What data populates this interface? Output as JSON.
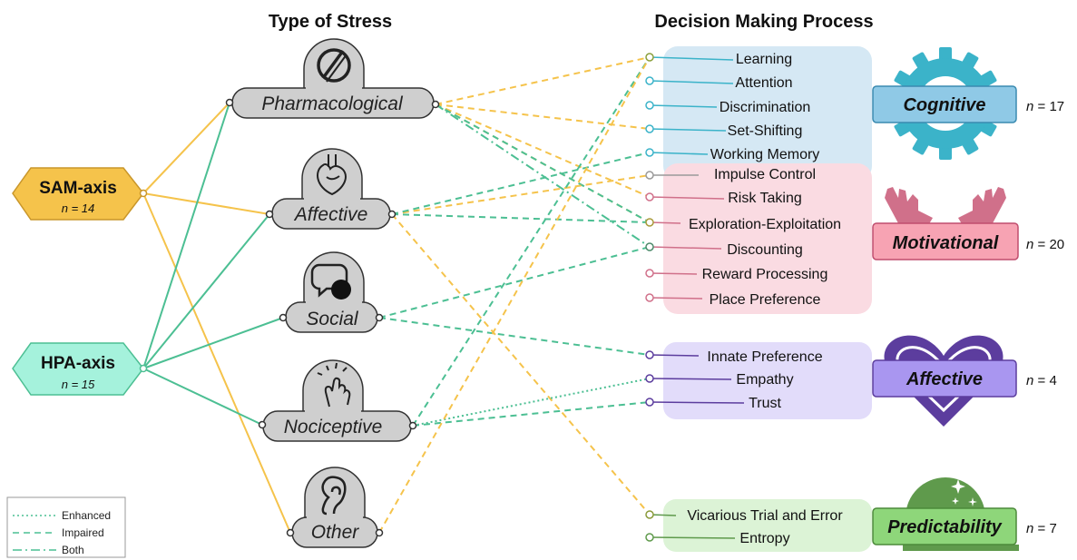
{
  "headers": {
    "stress": "Type of Stress",
    "process": "Decision Making Process"
  },
  "axes": {
    "sam": {
      "name": "SAM-axis",
      "n": "n = 14"
    },
    "hpa": {
      "name": "HPA-axis",
      "n": "n = 15"
    }
  },
  "stress_types": {
    "pharmacological": "Pharmacological",
    "affective": "Affective",
    "social": "Social",
    "nociceptive": "Nociceptive",
    "other": "Other"
  },
  "processes": {
    "learning": "Learning",
    "attention": "Attention",
    "discrimination": "Discrimination",
    "set_shifting": "Set-Shifting",
    "working_memory": "Working Memory",
    "impulse_control": "Impulse Control",
    "risk_taking": "Risk Taking",
    "exploration": "Exploration-Exploitation",
    "discounting": "Discounting",
    "reward": "Reward Processing",
    "place": "Place Preference",
    "innate": "Innate Preference",
    "empathy": "Empathy",
    "trust": "Trust",
    "vte": "Vicarious Trial and Error",
    "entropy": "Entropy"
  },
  "categories": {
    "cognitive": {
      "label": "Cognitive",
      "n_italic": "n",
      "n_rest": " = 17"
    },
    "motivational": {
      "label": "Motivational",
      "n_italic": "n",
      "n_rest": " = 20"
    },
    "affective": {
      "label": "Affective",
      "n_italic": "n",
      "n_rest": " = 4"
    },
    "predictability": {
      "label": "Predictability",
      "n_italic": "n",
      "n_rest": " = 7"
    }
  },
  "legend": {
    "enhanced": "Enhanced",
    "impaired": "Impaired",
    "both": "Both"
  },
  "colors": {
    "sam": "#f5c34b",
    "hpa": "#4cbf93",
    "cognitive": "#8fc9e6",
    "motivational": "#f7a3b3",
    "affective_cat": "#a996f0",
    "predictability": "#8ed67a",
    "gear": "#3bb3c9",
    "hands": "#d0708a",
    "heart": "#5c3d9e",
    "dome": "#5f9a4c"
  }
}
